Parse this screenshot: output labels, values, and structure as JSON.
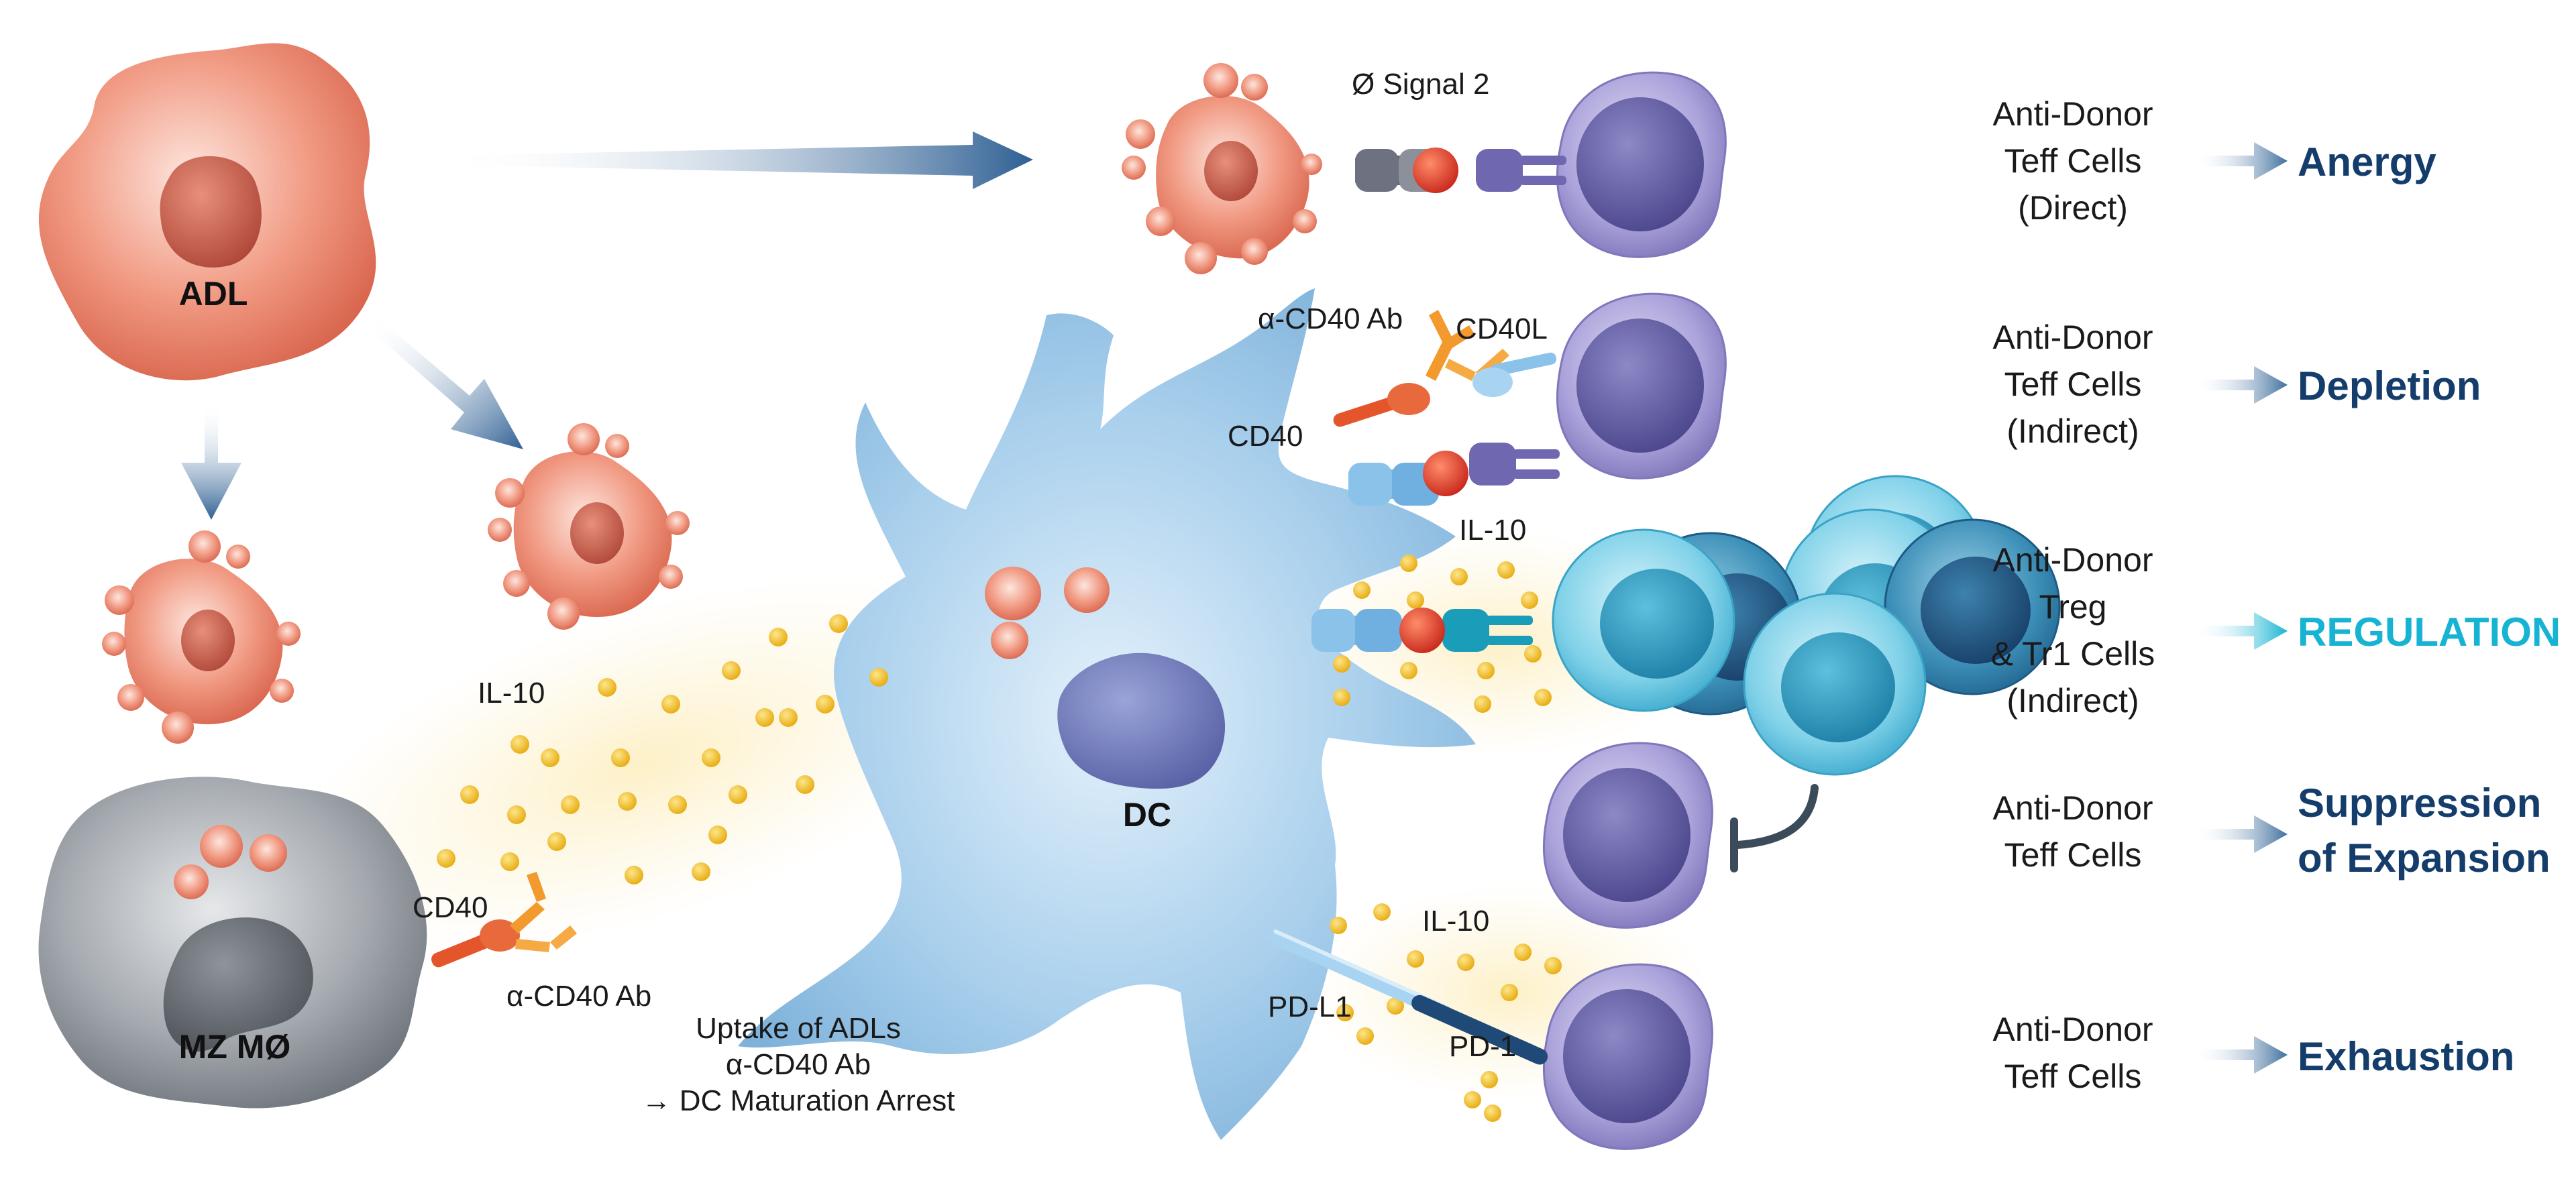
{
  "labels": {
    "adl": "ADL",
    "mz_macrophage": "MZ MØ",
    "dc": "DC",
    "signal2": "Ø Signal 2",
    "anti_cd40_ab_top": "α-CD40 Ab",
    "cd40l": "CD40L",
    "cd40_top": "CD40",
    "il10_dc": "IL-10",
    "il10_left": "IL-10",
    "cd40_left": "CD40",
    "anti_cd40_ab_left": "α-CD40 Ab",
    "il10_bottom": "IL-10",
    "pdl1": "PD-L1",
    "pd1": "PD-1",
    "uptake": [
      "Uptake of ADLs",
      "α-CD40 Ab",
      "→ DC Maturation Arrest"
    ]
  },
  "rows": [
    {
      "lines": [
        "Anti-Donor",
        "Teff Cells",
        "(Direct)"
      ],
      "outcome": [
        "Anergy"
      ]
    },
    {
      "lines": [
        "Anti-Donor",
        "Teff Cells",
        "(Indirect)"
      ],
      "outcome": [
        "Depletion"
      ]
    },
    {
      "lines": [
        "Anti-Donor",
        "Treg",
        "& Tr1 Cells",
        "(Indirect)"
      ],
      "outcome": [
        "REGULATION"
      ]
    },
    {
      "lines": [
        "Anti-Donor",
        "Teff Cells"
      ],
      "outcome": [
        "Suppression",
        "of Expansion"
      ]
    },
    {
      "lines": [
        "Anti-Donor",
        "Teff Cells"
      ],
      "outcome": [
        "Exhaustion"
      ]
    }
  ],
  "colors": {
    "outcome_dark": "#153d6b",
    "outcome_regulation": "#16b4d2",
    "adl_salmon": "#ec8a74",
    "dc_blue": "#9cc6e6",
    "t_cell_purple": "#a49bd6",
    "treg_cyan": "#79cfe6",
    "il10_yellow": "#f6c21f",
    "macrophage_gray": "#8c9198",
    "antibody_orange": "#f29a2e"
  }
}
